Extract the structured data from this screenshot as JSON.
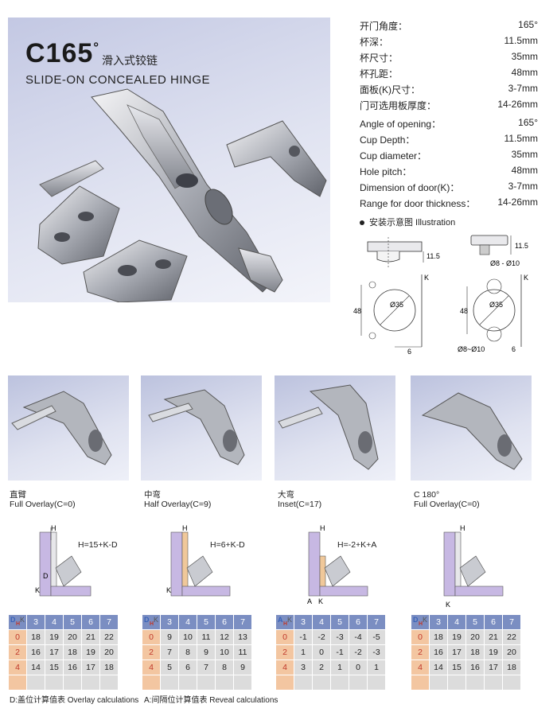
{
  "hero": {
    "model": "C165",
    "degree": "°",
    "title_cn": "滑入式铰链",
    "title_en": "SLIDE-ON CONCEALED HINGE"
  },
  "specs_cn": [
    {
      "label": "开门角度：",
      "value": "165°"
    },
    {
      "label": "杯深：",
      "value": "11.5mm"
    },
    {
      "label": "杯尺寸：",
      "value": "35mm"
    },
    {
      "label": "杯孔距：",
      "value": "48mm"
    },
    {
      "label": "面板(K)尺寸：",
      "value": "3-7mm"
    },
    {
      "label": "门可选用板厚度：",
      "value": "14-26mm"
    }
  ],
  "specs_en": [
    {
      "label": "Angle of opening：",
      "value": "165°"
    },
    {
      "label": "Cup Depth：",
      "value": "11.5mm"
    },
    {
      "label": "Cup diameter：",
      "value": "35mm"
    },
    {
      "label": "Hole pitch：",
      "value": "48mm"
    },
    {
      "label": "Dimension of door(K)：",
      "value": "3-7mm"
    },
    {
      "label": "Range for door thickness：",
      "value": "14-26mm"
    }
  ],
  "illustration": {
    "title": "安装示意图 Illustration",
    "depth_left": "11.5",
    "depth_right": "11.5",
    "dia_small": "Ø8 - Ø10",
    "dia_cup_left": "Ø35",
    "dia_cup_right": "Ø35",
    "pitch_left": "48",
    "pitch_right": "48",
    "k_left": "K",
    "k_right": "K",
    "six_left": "6",
    "six_right": "6",
    "dia_bottom": "Ø8~Ø10"
  },
  "variants": [
    {
      "cn": "直臂",
      "en": "Full Overlay(C=0)",
      "formula": "H=15+K-D"
    },
    {
      "cn": "中弯",
      "en": "Half Overlay(C=9)",
      "formula": "H=6+K-D"
    },
    {
      "cn": "大弯",
      "en": "Inset(C=17)",
      "formula": "H=-2+K+A"
    },
    {
      "cn": "C 180°",
      "en": "Full Overlay(C=0)",
      "formula": ""
    }
  ],
  "diagram_labels": {
    "h": "H",
    "d": "D",
    "k": "K",
    "a": "A"
  },
  "tables": [
    {
      "corner_top": "D",
      "corner_mid": "H",
      "corner_k": "K",
      "header": [
        "3",
        "4",
        "5",
        "6",
        "7"
      ],
      "rows": [
        [
          "0",
          "18",
          "19",
          "20",
          "21",
          "22"
        ],
        [
          "2",
          "16",
          "17",
          "18",
          "19",
          "20"
        ],
        [
          "4",
          "14",
          "15",
          "16",
          "17",
          "18"
        ]
      ]
    },
    {
      "corner_top": "D",
      "corner_mid": "H",
      "corner_k": "K",
      "header": [
        "3",
        "4",
        "5",
        "6",
        "7"
      ],
      "rows": [
        [
          "0",
          "9",
          "10",
          "11",
          "12",
          "13"
        ],
        [
          "2",
          "7",
          "8",
          "9",
          "10",
          "11"
        ],
        [
          "4",
          "5",
          "6",
          "7",
          "8",
          "9"
        ]
      ]
    },
    {
      "corner_top": "A",
      "corner_mid": "H",
      "corner_k": "K",
      "header": [
        "3",
        "4",
        "5",
        "6",
        "7"
      ],
      "rows": [
        [
          "0",
          "-1",
          "-2",
          "-3",
          "-4",
          "-5"
        ],
        [
          "2",
          "1",
          "0",
          "-1",
          "-2",
          "-3"
        ],
        [
          "4",
          "3",
          "2",
          "1",
          "0",
          "1"
        ]
      ]
    },
    {
      "corner_top": "D",
      "corner_mid": "H",
      "corner_k": "K",
      "header": [
        "3",
        "4",
        "5",
        "6",
        "7"
      ],
      "rows": [
        [
          "0",
          "18",
          "19",
          "20",
          "21",
          "22"
        ],
        [
          "2",
          "16",
          "17",
          "18",
          "19",
          "20"
        ],
        [
          "4",
          "14",
          "15",
          "16",
          "17",
          "18"
        ]
      ]
    }
  ],
  "footnotes": {
    "overlay": "D:盖位计算值表  Overlay calculations",
    "reveal": "A:间隔位计算值表  Reveal calculations"
  },
  "colors": {
    "table_header": "#7b8ec2",
    "table_first_col": "#f3c6a1",
    "table_cell": "#dcdcdc",
    "plate_highlight": "#b7a6d8",
    "photo_bg": "#c3c8e3"
  }
}
